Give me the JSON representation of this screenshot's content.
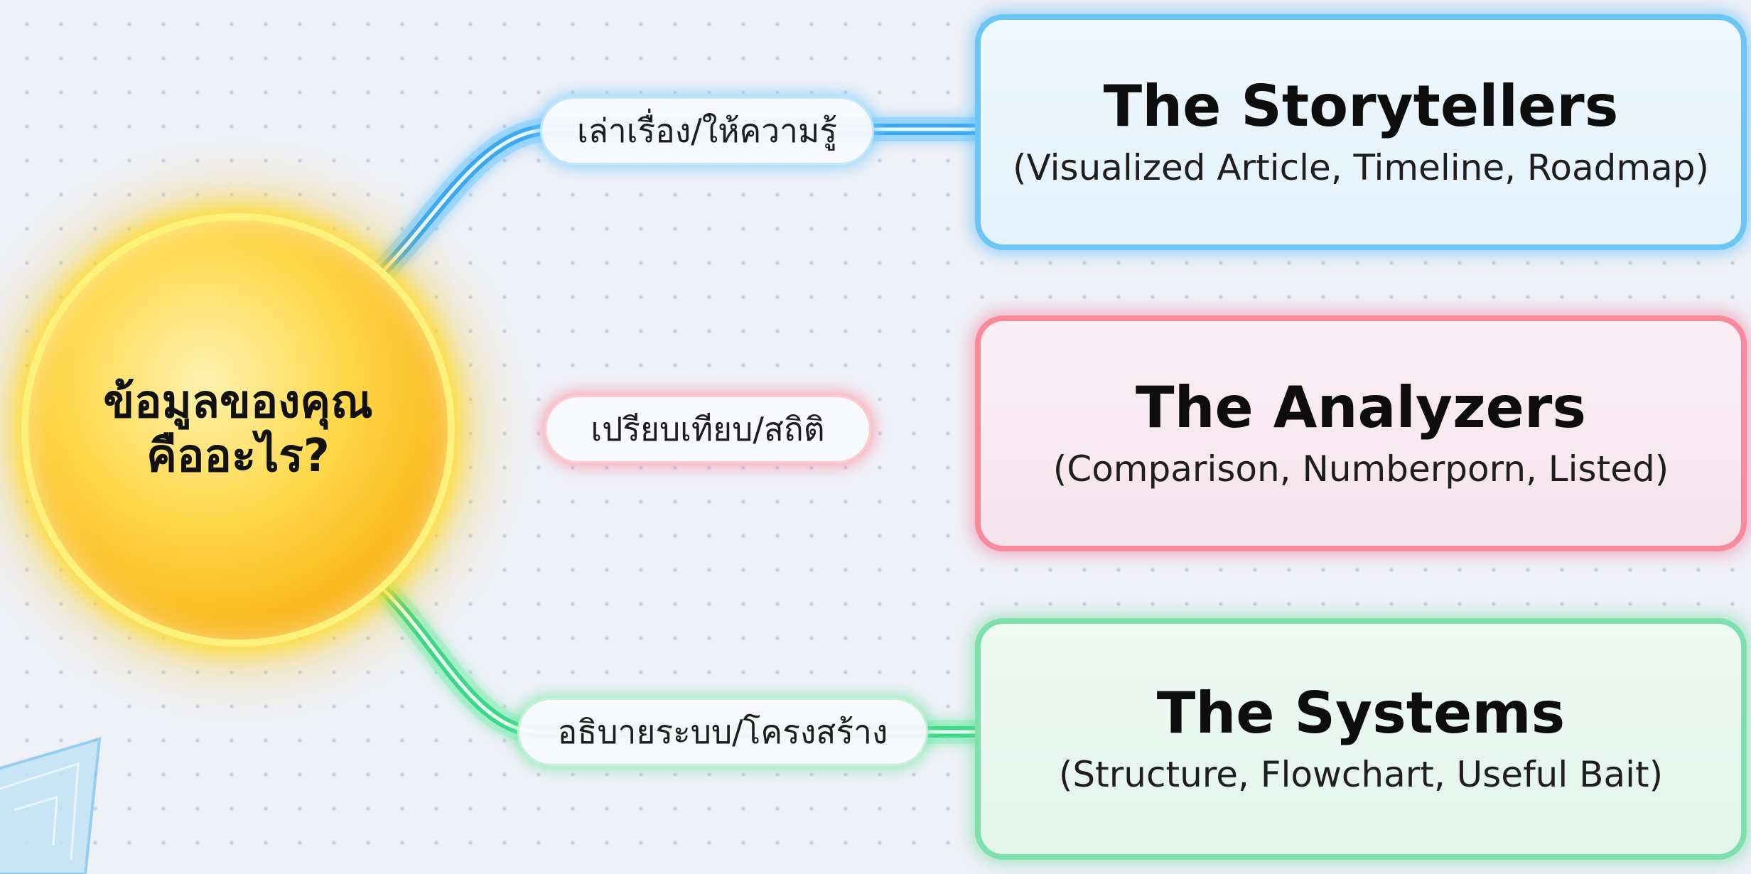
{
  "hub": {
    "title": "ข้อมูลของคุณ\nคืออะไร?"
  },
  "branches": [
    {
      "label": "เล่าเรื่อง/ให้ความรู้",
      "card_title": "The Storytellers",
      "card_subtitle": "(Visualized Article, Timeline, Roadmap)",
      "color": "#6cc6f3"
    },
    {
      "label": "เปรียบเทียบ/สถิติ",
      "card_title": "The Analyzers",
      "card_subtitle": "(Comparison, Numberporn, Listed)",
      "color": "#f78a9c"
    },
    {
      "label": "อธิบายระบบ/โครงสร้าง",
      "card_title": "The Systems",
      "card_subtitle": "(Structure, Flowchart, Useful Bait)",
      "color": "#7fe0ae"
    }
  ],
  "colors": {
    "hub": "#ffd84a",
    "background": "#eef0f6"
  }
}
